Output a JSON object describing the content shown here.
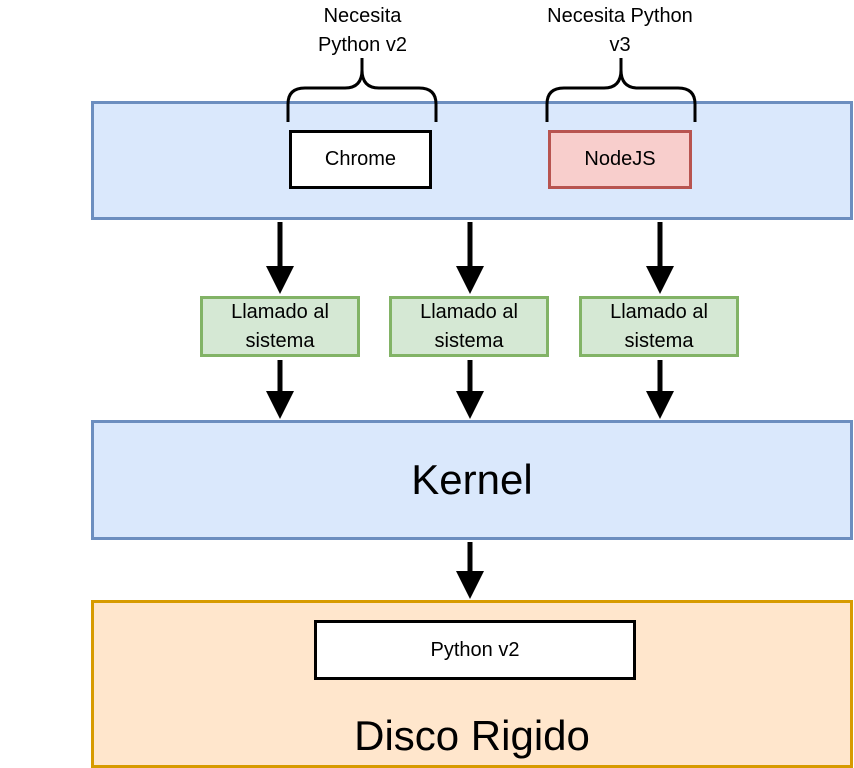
{
  "annotations": {
    "chrome_need": "Necesita Python v2",
    "chrome_need_lines": [
      "Necesita",
      "Python v2"
    ],
    "node_need_lines": [
      "Necesita Python",
      "v3"
    ]
  },
  "apps": {
    "chrome": "Chrome",
    "nodejs": "NodeJS"
  },
  "syscalls": {
    "line1": "Llamado al",
    "line2": "sistema"
  },
  "kernel": "Kernel",
  "disk": {
    "label": "Disco Rigido",
    "installed": "Python v2"
  },
  "colors": {
    "userspace_fill": "#dae8fc",
    "userspace_border": "#6c8ebf",
    "nodejs_fill": "#f8cecc",
    "nodejs_border": "#b85450",
    "syscall_fill": "#d5e8d4",
    "syscall_border": "#82b366",
    "disk_fill": "#ffe6cc",
    "disk_border": "#d79b00"
  }
}
